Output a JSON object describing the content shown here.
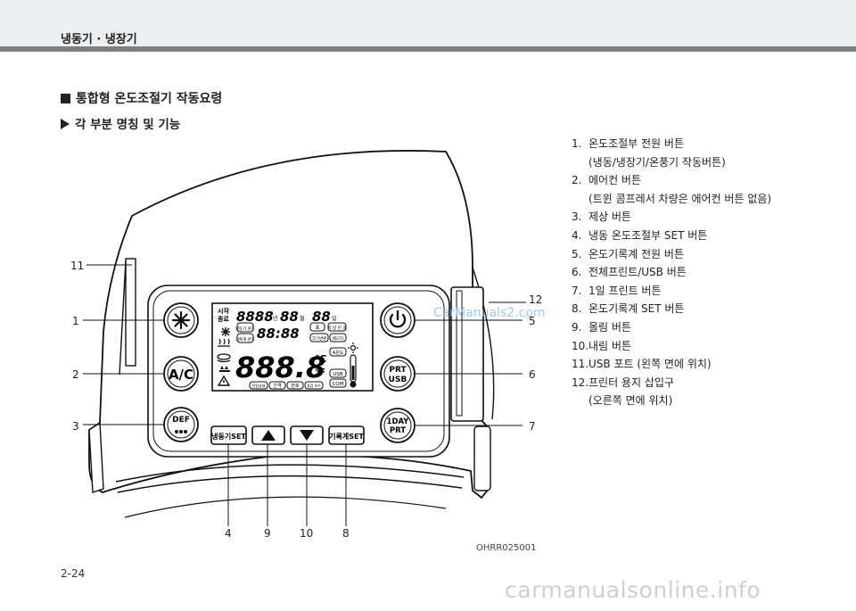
{
  "header": {
    "title": "냉동기 · 냉장기"
  },
  "section": {
    "title": "통합형 온도조절기 작동요령",
    "subtitle": "각 부분 명칭 및 기능"
  },
  "items": [
    {
      "num": "1.",
      "text": "온도조절부 전원 버튼",
      "cont": "(냉동/냉장기/온풍기 작동버튼)"
    },
    {
      "num": "2.",
      "text": "에어컨 버튼",
      "cont": "(트윈 콤프레서 차량은 에어컨 버튼 없음)"
    },
    {
      "num": "3.",
      "text": "제상 버튼"
    },
    {
      "num": "4.",
      "text": "냉동 온도조절부 SET 버튼"
    },
    {
      "num": "5.",
      "text": "온도기록계 전원 버튼"
    },
    {
      "num": "6.",
      "text": "전체프린트/USB 버튼"
    },
    {
      "num": "7.",
      "text": "1일 프린트 버튼"
    },
    {
      "num": "8.",
      "text": "온도기록계 SET 버튼"
    },
    {
      "num": "9.",
      "text": "올림 버튼"
    },
    {
      "num": "10.",
      "text": "내림 버튼"
    },
    {
      "num": "11.",
      "text": "USB 포트 (왼쪽 면에 위치)"
    },
    {
      "num": "12.",
      "text": "프린터 용지 삽입구",
      "cont": "(오른쪽 면에 위치)"
    }
  ],
  "device": {
    "callouts": {
      "c1": "1",
      "c2": "2",
      "c3": "3",
      "c4": "4",
      "c5": "5",
      "c6": "6",
      "c7": "7",
      "c8": "8",
      "c9": "9",
      "c10": "10",
      "c11": "11",
      "c12": "12"
    },
    "buttons": {
      "ac": "A/C",
      "def": "DEF",
      "prt": "PRT",
      "usb": "USB",
      "day_line1": "1DAY",
      "day_line2": "PRT",
      "freeze_set": "냉동기SET",
      "record_set": "기록계SET"
    },
    "lcd": {
      "start_line1": "시작",
      "start_line2": "종료",
      "digits_year": "8888",
      "unit_year": "년",
      "digits_month": "88",
      "unit_month": "월",
      "digits_day": "88",
      "unit_day": "일",
      "digits_time": "88:88",
      "digits_temp": "888.8",
      "unit_c": "℃",
      "unit_f": "℉",
      "tag_a": "냉동기 온도",
      "tag_b": "기록계 온도",
      "tag_pyo": "표",
      "tag_chil": "차 량 번 호",
      "tag_mem": "메모리",
      "tag_clean": "크기변환",
      "tag_auto": "A온도",
      "tag_usb": "USB",
      "tag_com": "COM",
      "bottom_1": "전원상태",
      "bottom_2": "간격",
      "bottom_3": "번호",
      "bottom_4": "점검 보수"
    }
  },
  "figure_code": "OHRR025001",
  "page_number": "2-24",
  "watermarks": {
    "top": "CarManuals2.com",
    "bottom": "carmanualsonline.info"
  }
}
